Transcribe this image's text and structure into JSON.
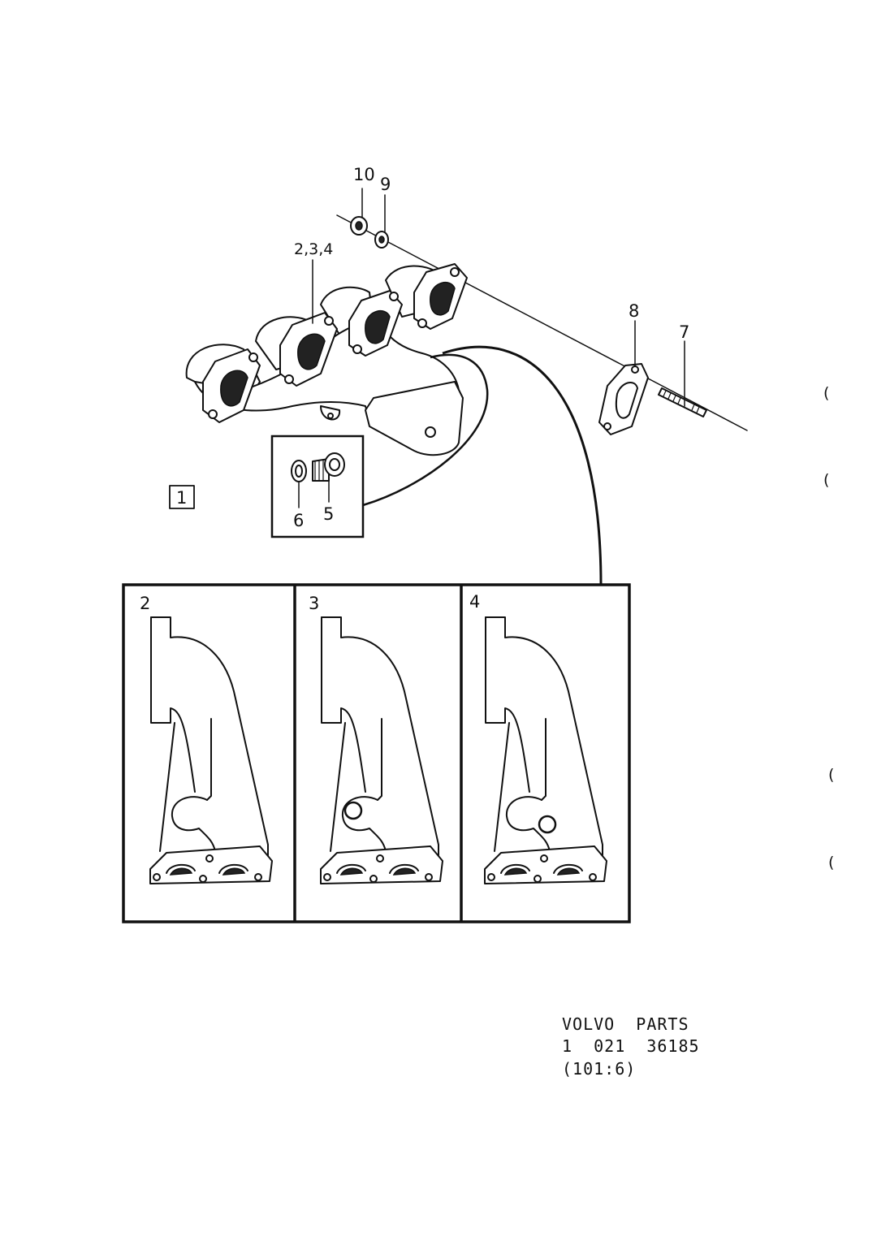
{
  "callouts": {
    "nut": "10",
    "washer": "9",
    "manifold": "2,3,4",
    "gasket": "8",
    "stud": "7",
    "plug": "5",
    "plug_washer": "6",
    "group_box": "1"
  },
  "variants": [
    {
      "label": "2"
    },
    {
      "label": "3"
    },
    {
      "label": "4"
    }
  ],
  "footer": {
    "line1": "VOLVO  PARTS",
    "line2": "1  021  36185",
    "line3": "(101:6)"
  },
  "margin_marks": [
    "(",
    "(",
    "(",
    "("
  ]
}
